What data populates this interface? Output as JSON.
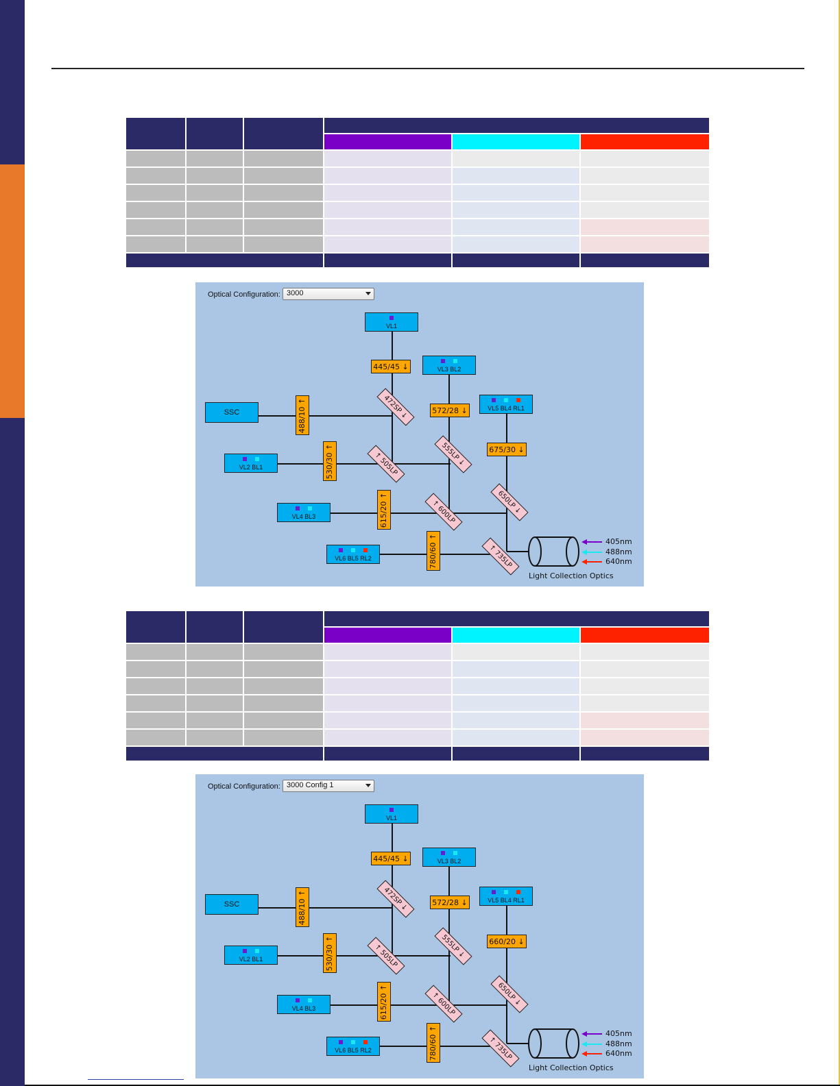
{
  "panels": [
    {
      "config_label": "Optical Configuration:",
      "config_value": "3000",
      "detectors": {
        "vl1": "VL1",
        "vl3_bl2": "VL3 BL2",
        "vl5_bl4_rl1": "VL5 BL4 RL1",
        "ssc": "SSC",
        "vl2_bl1": "VL2 BL1",
        "vl4_bl3": "VL4 BL3",
        "vl6_bl5_rl2": "VL6 BL5 RL2"
      },
      "filters": {
        "f445": "445/45 ↓",
        "f572": "572/28 ↓",
        "f675": "675/30 ↓",
        "f488": "488/10 ↑",
        "f530": "530/30 ↑",
        "f615": "615/20 ↑",
        "f780": "780/60 ↑"
      },
      "dichroics": {
        "d472": "472SP ↓",
        "d555": "555LP ↓",
        "d505": "↑ 505LP",
        "d600": "↑ 600LP",
        "d650": "650LP ↓",
        "d735": "↑ 735LP"
      },
      "lasers": [
        "405nm",
        "488nm",
        "640nm"
      ],
      "optics_label": "Light Collection Optics"
    },
    {
      "config_label": "Optical Configuration:",
      "config_value": "3000 Config 1",
      "detectors": {
        "vl1": "VL1",
        "vl3_bl2": "VL3 BL2",
        "vl5_bl4_rl1": "VL5 BL4 RL1",
        "ssc": "SSC",
        "vl2_bl1": "VL2 BL1",
        "vl4_bl3": "VL4 BL3",
        "vl6_bl5_rl2": "VL6 BL5 RL2"
      },
      "filters": {
        "f445": "445/45 ↓",
        "f572": "572/28 ↓",
        "f675": "660/20 ↓",
        "f488": "488/10 ↑",
        "f530": "530/30 ↑",
        "f615": "615/20 ↑",
        "f780": "780/60 ↑"
      },
      "dichroics": {
        "d472": "472SP ↓",
        "d555": "555LP ↓",
        "d505": "↑ 505LP",
        "d600": "↑ 600LP",
        "d650": "650LP ↓",
        "d735": "↑ 735LP"
      },
      "lasers": [
        "405nm",
        "488nm",
        "640nm"
      ],
      "optics_label": "Light Collection Optics"
    }
  ],
  "colors": {
    "navy": "#2b2a66",
    "orange": "#e8782a",
    "violet_laser": "#7a00c8",
    "blue_laser": "#00f4ff",
    "red_laser": "#ff2200",
    "panel_bg": "#aac6e4",
    "detector": "#00aeef",
    "filter": "#ffa500",
    "dichroic": "#f8c8d2"
  }
}
